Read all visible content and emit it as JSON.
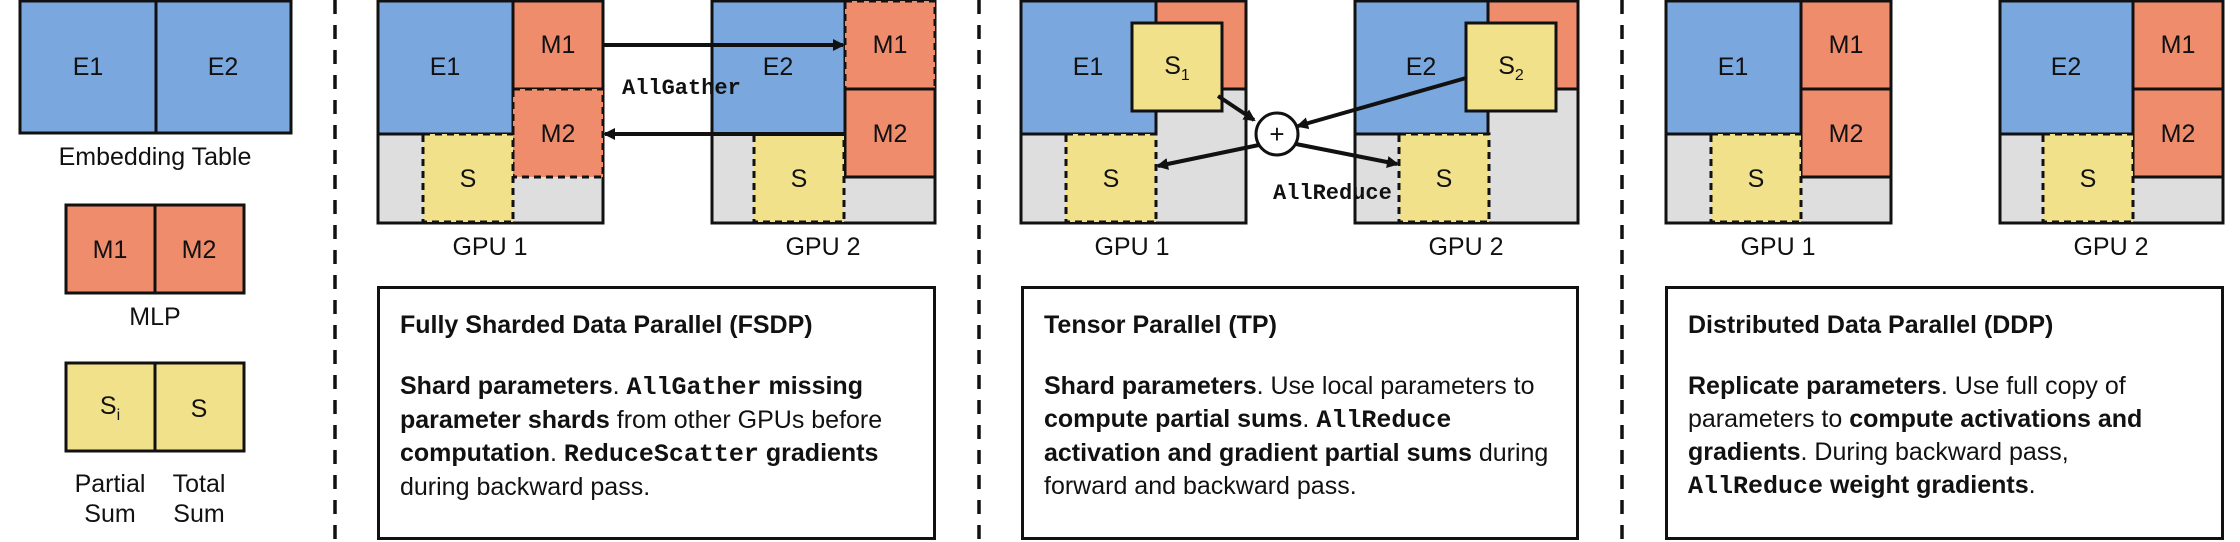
{
  "legend": {
    "embedding": {
      "e1": "E1",
      "e2": "E2",
      "caption": "Embedding Table"
    },
    "mlp": {
      "m1": "M1",
      "m2": "M2",
      "caption": "MLP"
    },
    "sums": {
      "partial_sub": "i",
      "total": "S",
      "partial_caption_1": "Partial",
      "partial_caption_2": "Sum",
      "total_caption_1": "Total",
      "total_caption_2": "Sum"
    }
  },
  "blocks": {
    "e1": "E1",
    "e2": "E2",
    "m1": "M1",
    "m2": "M2",
    "s": "S",
    "s1_sub": "1",
    "s2_sub": "2"
  },
  "gpu_labels": {
    "gpu1": "GPU 1",
    "gpu2": "GPU 2"
  },
  "ops": {
    "allgather": "AllGather",
    "allreduce": "AllReduce",
    "plus": "+"
  },
  "fsdp": {
    "title": "Fully Sharded Data Parallel (FSDP)",
    "t1": "Shard parameters",
    "t2": ". ",
    "t3": "AllGather",
    "t4": " missing parameter shards",
    "t5": " from other GPUs before ",
    "t6": "computation",
    "t7": ". ",
    "t8": "ReduceScatter",
    "t9": " gradients",
    "t10": " during backward pass."
  },
  "tp": {
    "title": "Tensor Parallel (TP)",
    "t1": "Shard parameters",
    "t2": ". Use local parameters to ",
    "t3": "compute partial sums",
    "t4": ". ",
    "t5": "AllReduce",
    "t6": " activation and gradient partial sums",
    "t7": " during forward and backward pass."
  },
  "ddp": {
    "title": "Distributed Data Parallel (DDP)",
    "t1": "Replicate parameters",
    "t2": ". Use full copy of parameters to ",
    "t3": "compute activations and gradients",
    "t4": ". During backward pass, ",
    "t5": "AllReduce",
    "t6": " weight gradients",
    "t7": "."
  },
  "colors": {
    "blue": "#7aa7dd",
    "orange": "#ee8c6c",
    "yellow": "#f2e18b",
    "gray": "#dedede",
    "ink": "#111111"
  },
  "icons": {
    "plus_circle": "plus-circle-icon"
  }
}
